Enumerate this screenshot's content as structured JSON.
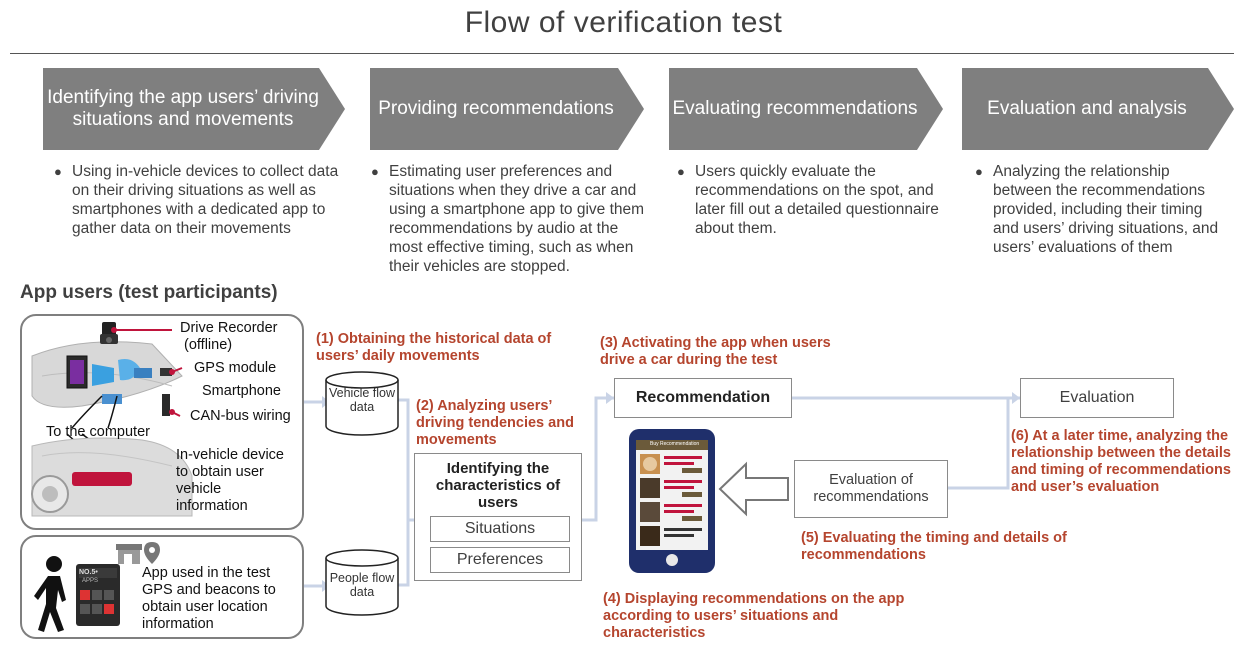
{
  "title": "Flow of verification test",
  "steps": [
    {
      "label": "Identifying the app users’ driving situations and movements",
      "desc": "Using in-vehicle devices to collect data on their driving situations as well as smartphones with a dedicated app to gather data on their movements"
    },
    {
      "label": "Providing recommendations",
      "desc": "Estimating user preferences and situations when they drive a car and using a smartphone app to give them recommendations by audio at the most effective timing, such as when their vehicles are stopped."
    },
    {
      "label": "Evaluating recommendations",
      "desc": "Users quickly evaluate the recommendations on the spot, and later fill out a detailed questionnaire about them."
    },
    {
      "label": "Evaluation and analysis",
      "desc": "Analyzing the relationship between the recommendations provided, including their timing and users’ driving situations, and users’ evaluations of them"
    }
  ],
  "bullet": "●",
  "section_title": "App users (test participants)",
  "vehicle_labels": {
    "drive_recorder": "Drive Recorder",
    "offline": "(offline)",
    "gps": "GPS module",
    "smartphone": "Smartphone",
    "canbus": "CAN-bus wiring",
    "to_computer": "To the computer",
    "in_vehicle": "In-vehicle device to obtain user vehicle information"
  },
  "app_labels": {
    "app": "App used in the test",
    "gps_beacons": "GPS and beacons to obtain user location information",
    "phone_title": "NO.5•",
    "phone_sub": "APPS"
  },
  "cylinders": {
    "vehicle": "Vehicle flow data",
    "people": "People flow data"
  },
  "analysis": {
    "title": "Identifying the characteristics of users",
    "situations": "Situations",
    "preferences": "Preferences"
  },
  "boxes": {
    "recommendation": "Recommendation",
    "evaluation": "Evaluation",
    "eval_of_rec": "Evaluation of recommendations"
  },
  "phone_screen": {
    "heading": "Buy Recommendation"
  },
  "notes": {
    "n1": "(1) Obtaining the historical data of users’ daily movements",
    "n2": "(2) Analyzing users’ driving tendencies and movements",
    "n3": "(3) Activating the app when users drive a car during the test",
    "n4": "(4) Displaying recommendations on the app according to users’ situations and characteristics",
    "n5": "(5) Evaluating the timing and details of recommendations",
    "n6": "(6) At a later time, analyzing the relationship between the details and timing of recommendations and user’s evaluation"
  },
  "colors": {
    "chevron": "#7f7f7f",
    "note_red": "#b5452e",
    "connector": "#c9d3e6",
    "phone_navy": "#1f2f6b",
    "marker_red": "#c0143c"
  }
}
